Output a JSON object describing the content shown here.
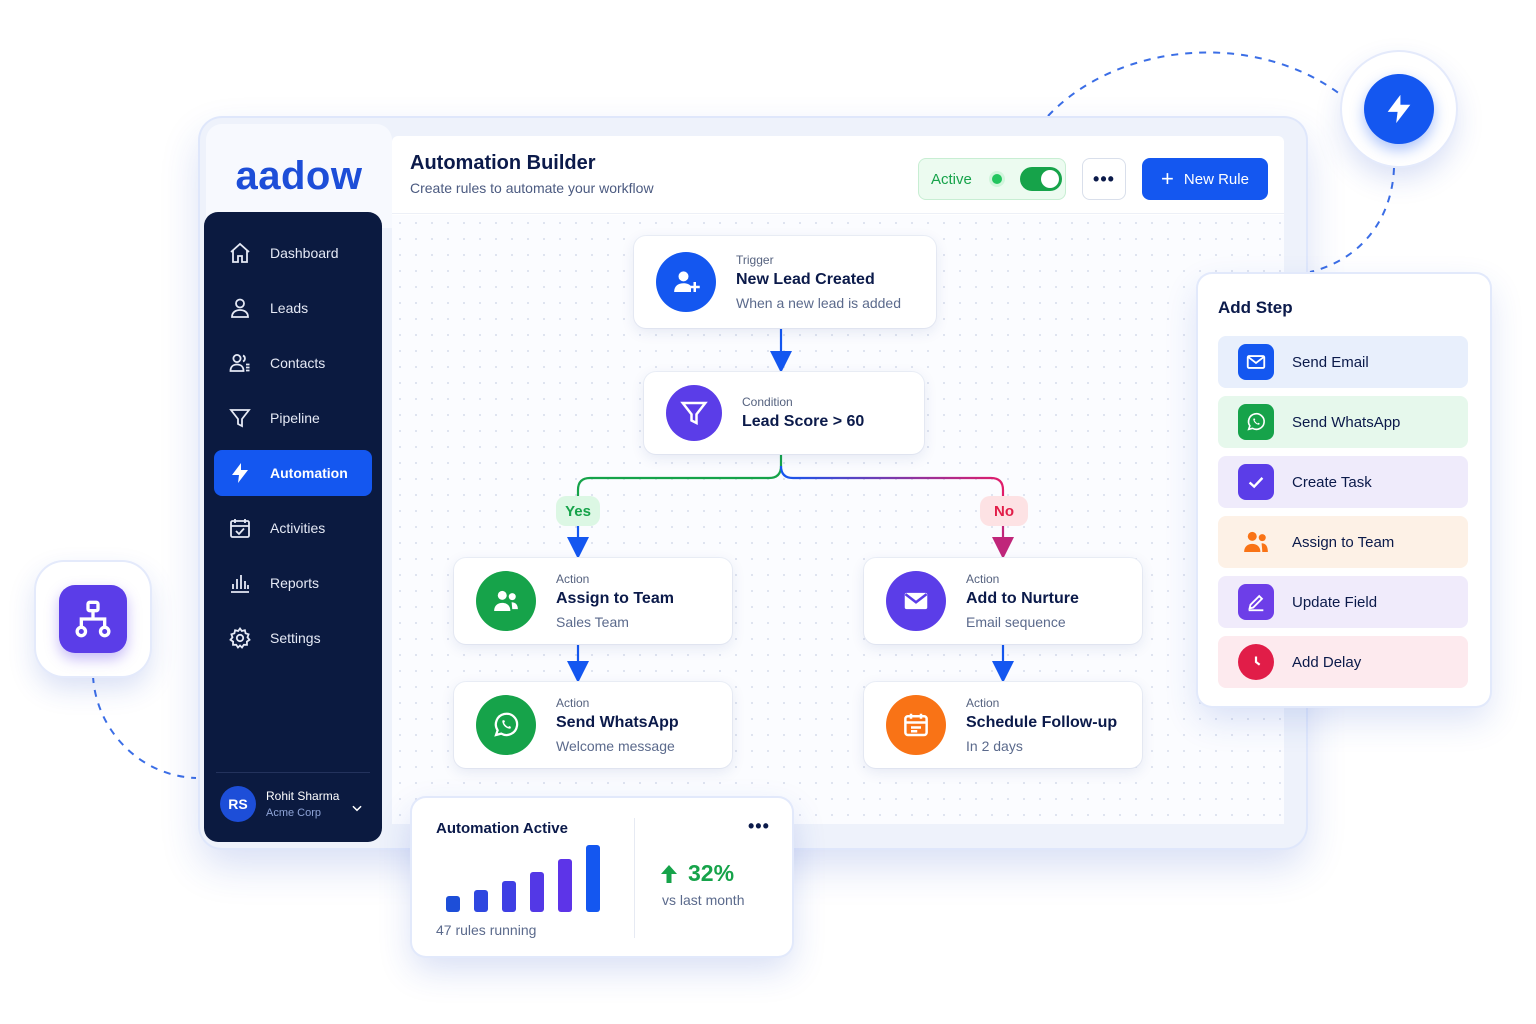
{
  "brand": {
    "logo_text": "aadow",
    "primary": "#1457f0",
    "sidebar_bg": "#0b1a40",
    "success": "#16a34a"
  },
  "sidebar": {
    "items": [
      {
        "label": "Dashboard",
        "icon": "home-icon",
        "active": false
      },
      {
        "label": "Leads",
        "icon": "user-icon",
        "active": false
      },
      {
        "label": "Contacts",
        "icon": "contacts-icon",
        "active": false
      },
      {
        "label": "Pipeline",
        "icon": "funnel-icon",
        "active": false
      },
      {
        "label": "Automation",
        "icon": "bolt-icon",
        "active": true
      },
      {
        "label": "Activities",
        "icon": "calendar-check-icon",
        "active": false
      },
      {
        "label": "Reports",
        "icon": "bar-chart-icon",
        "active": false
      },
      {
        "label": "Settings",
        "icon": "gear-icon",
        "active": false
      }
    ],
    "user": {
      "initials": "RS",
      "name": "Rohit Sharma",
      "org": "Acme Corp"
    }
  },
  "header": {
    "title": "Automation Builder",
    "subtitle": "Create rules to automate your workflow",
    "status_label": "Active",
    "more_label": "•••",
    "new_rule_label": "New Rule"
  },
  "flow": {
    "trigger": {
      "kicker": "Trigger",
      "title": "New Lead Created",
      "desc": "When a new lead is added",
      "icon": "user-plus-icon"
    },
    "condition": {
      "kicker": "Condition",
      "title": "Lead Score > 60",
      "icon": "funnel-icon"
    },
    "yes_label": "Yes",
    "no_label": "No",
    "yes_branch": [
      {
        "kicker": "Action",
        "title": "Assign to Team",
        "desc": "Sales Team",
        "icon": "team-icon"
      },
      {
        "kicker": "Action",
        "title": "Send WhatsApp",
        "desc": "Welcome message",
        "icon": "whatsapp-icon"
      }
    ],
    "no_branch": [
      {
        "kicker": "Action",
        "title": "Add to Nurture",
        "desc": "Email sequence",
        "icon": "mail-icon"
      },
      {
        "kicker": "Action",
        "title": "Schedule Follow-up",
        "desc": "In 2 days",
        "icon": "calendar-icon"
      }
    ]
  },
  "add_step": {
    "title": "Add Step",
    "items": [
      {
        "label": "Send Email",
        "icon": "mail-icon",
        "color": "#1457f0",
        "bg": "#e8effc"
      },
      {
        "label": "Send WhatsApp",
        "icon": "whatsapp-icon",
        "color": "#16a34a",
        "bg": "#e6f8ec"
      },
      {
        "label": "Create Task",
        "icon": "check-icon",
        "color": "#5b3de8",
        "bg": "#efebfb"
      },
      {
        "label": "Assign to Team",
        "icon": "team-icon",
        "color": "#f97316",
        "bg": "#fdf1e6"
      },
      {
        "label": "Update Field",
        "icon": "edit-icon",
        "color": "#6d3ee8",
        "bg": "#f0ebfb"
      },
      {
        "label": "Add Delay",
        "icon": "clock-icon",
        "color": "#e11d48",
        "bg": "#fdeaee"
      }
    ]
  },
  "stats": {
    "title": "Automation Active",
    "more_label": "•••",
    "footer": "47 rules running",
    "change": "32%",
    "change_sub": "vs last month",
    "bars": [
      0.24,
      0.32,
      0.46,
      0.59,
      0.78,
      0.98
    ]
  }
}
